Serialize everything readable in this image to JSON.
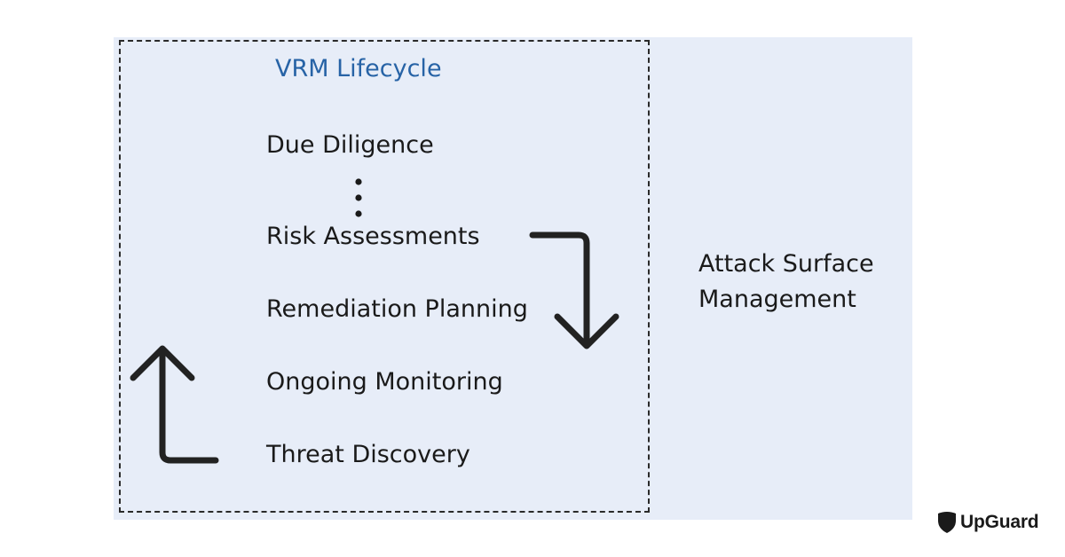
{
  "lifecycle": {
    "title": "VRM Lifecycle",
    "steps": [
      "Due Diligence",
      "Risk Assessments",
      "Remediation Planning",
      "Ongoing Monitoring",
      "Threat Discovery"
    ]
  },
  "attack_surface": {
    "line1": "Attack Surface",
    "line2": "Management"
  },
  "logo": {
    "text": "UpGuard",
    "icon": "shield-icon"
  },
  "colors": {
    "panel_background": "#e7edf8",
    "title_accent": "#2763a6",
    "text": "#1a1a1a"
  }
}
